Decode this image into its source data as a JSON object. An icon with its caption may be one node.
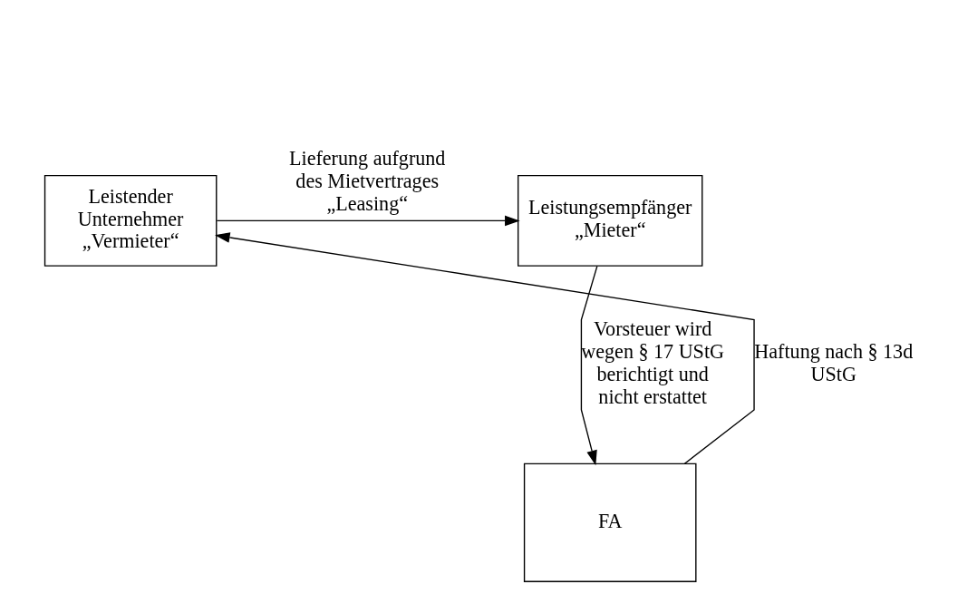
{
  "diagram": {
    "nodes": [
      {
        "text": [
          "Leistender Unternehmer",
          "„Vermieter“"
        ]
      },
      {
        "text": [
          "Leistungsempfänger",
          "„Mieter“"
        ]
      },
      {
        "text": [
          "FA"
        ]
      }
    ],
    "edges": [
      {
        "from": 0,
        "to": 1,
        "arrow": "to",
        "label": "Lieferung aufgrund des Mietvertrages „Leasing“"
      },
      {
        "from": 1,
        "to": 2,
        "arrow": "to",
        "label": "Vorsteuer wird wegen § 17 UStG berichtigt und nicht erstattet"
      },
      {
        "from": 2,
        "to": 0,
        "arrow": "to",
        "label": "Haftung nach § 13d UStG"
      }
    ]
  }
}
